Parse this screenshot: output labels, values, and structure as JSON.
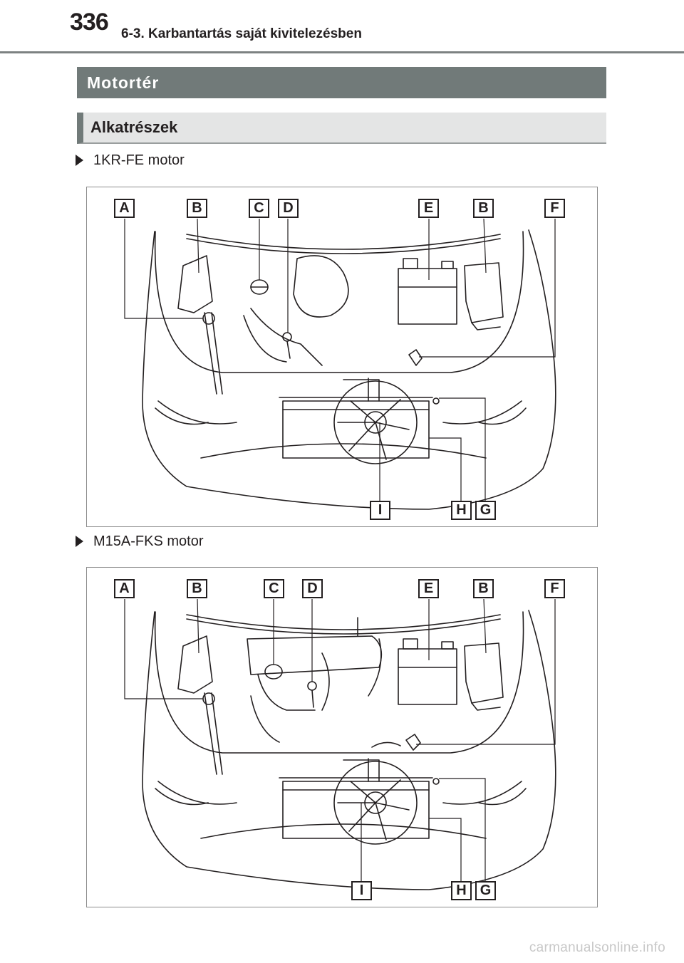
{
  "header": {
    "page_number": "336",
    "running_head": "6-3. Karbantartás saját kivitelezésben"
  },
  "section": {
    "title": "Motortér"
  },
  "subsection": {
    "title": "Alkatrészek"
  },
  "figures": [
    {
      "caption": "1KR-FE motor",
      "callouts": [
        "A",
        "B",
        "C",
        "D",
        "E",
        "B",
        "F",
        "I",
        "H",
        "G"
      ]
    },
    {
      "caption": "M15A-FKS motor",
      "callouts": [
        "A",
        "B",
        "C",
        "D",
        "E",
        "B",
        "F",
        "I",
        "H",
        "G"
      ]
    }
  ],
  "footer": {
    "watermark": "carmanualsonline.info"
  }
}
